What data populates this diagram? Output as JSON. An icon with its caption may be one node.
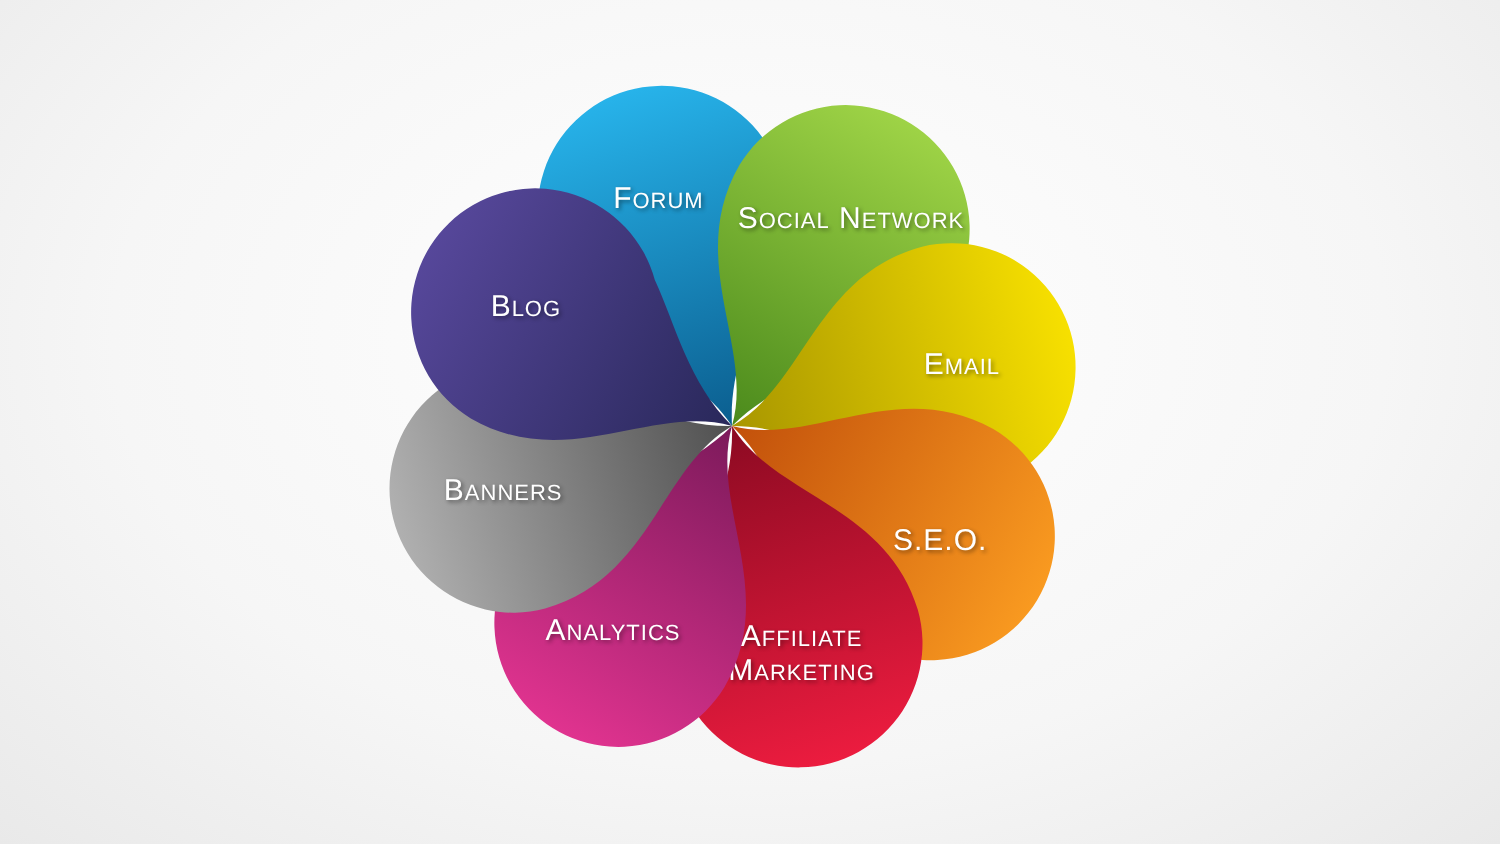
{
  "diagram": {
    "nodes": [
      {
        "text": [
          "Forum"
        ]
      },
      {
        "text": [
          "Social Network"
        ]
      },
      {
        "text": [
          "Email"
        ]
      },
      {
        "text": [
          "S.E.O."
        ]
      },
      {
        "text": [
          "Affiliate Marketing"
        ]
      },
      {
        "text": [
          "Analytics"
        ]
      },
      {
        "text": [
          "Banners"
        ]
      },
      {
        "text": [
          "Blog"
        ]
      }
    ]
  }
}
